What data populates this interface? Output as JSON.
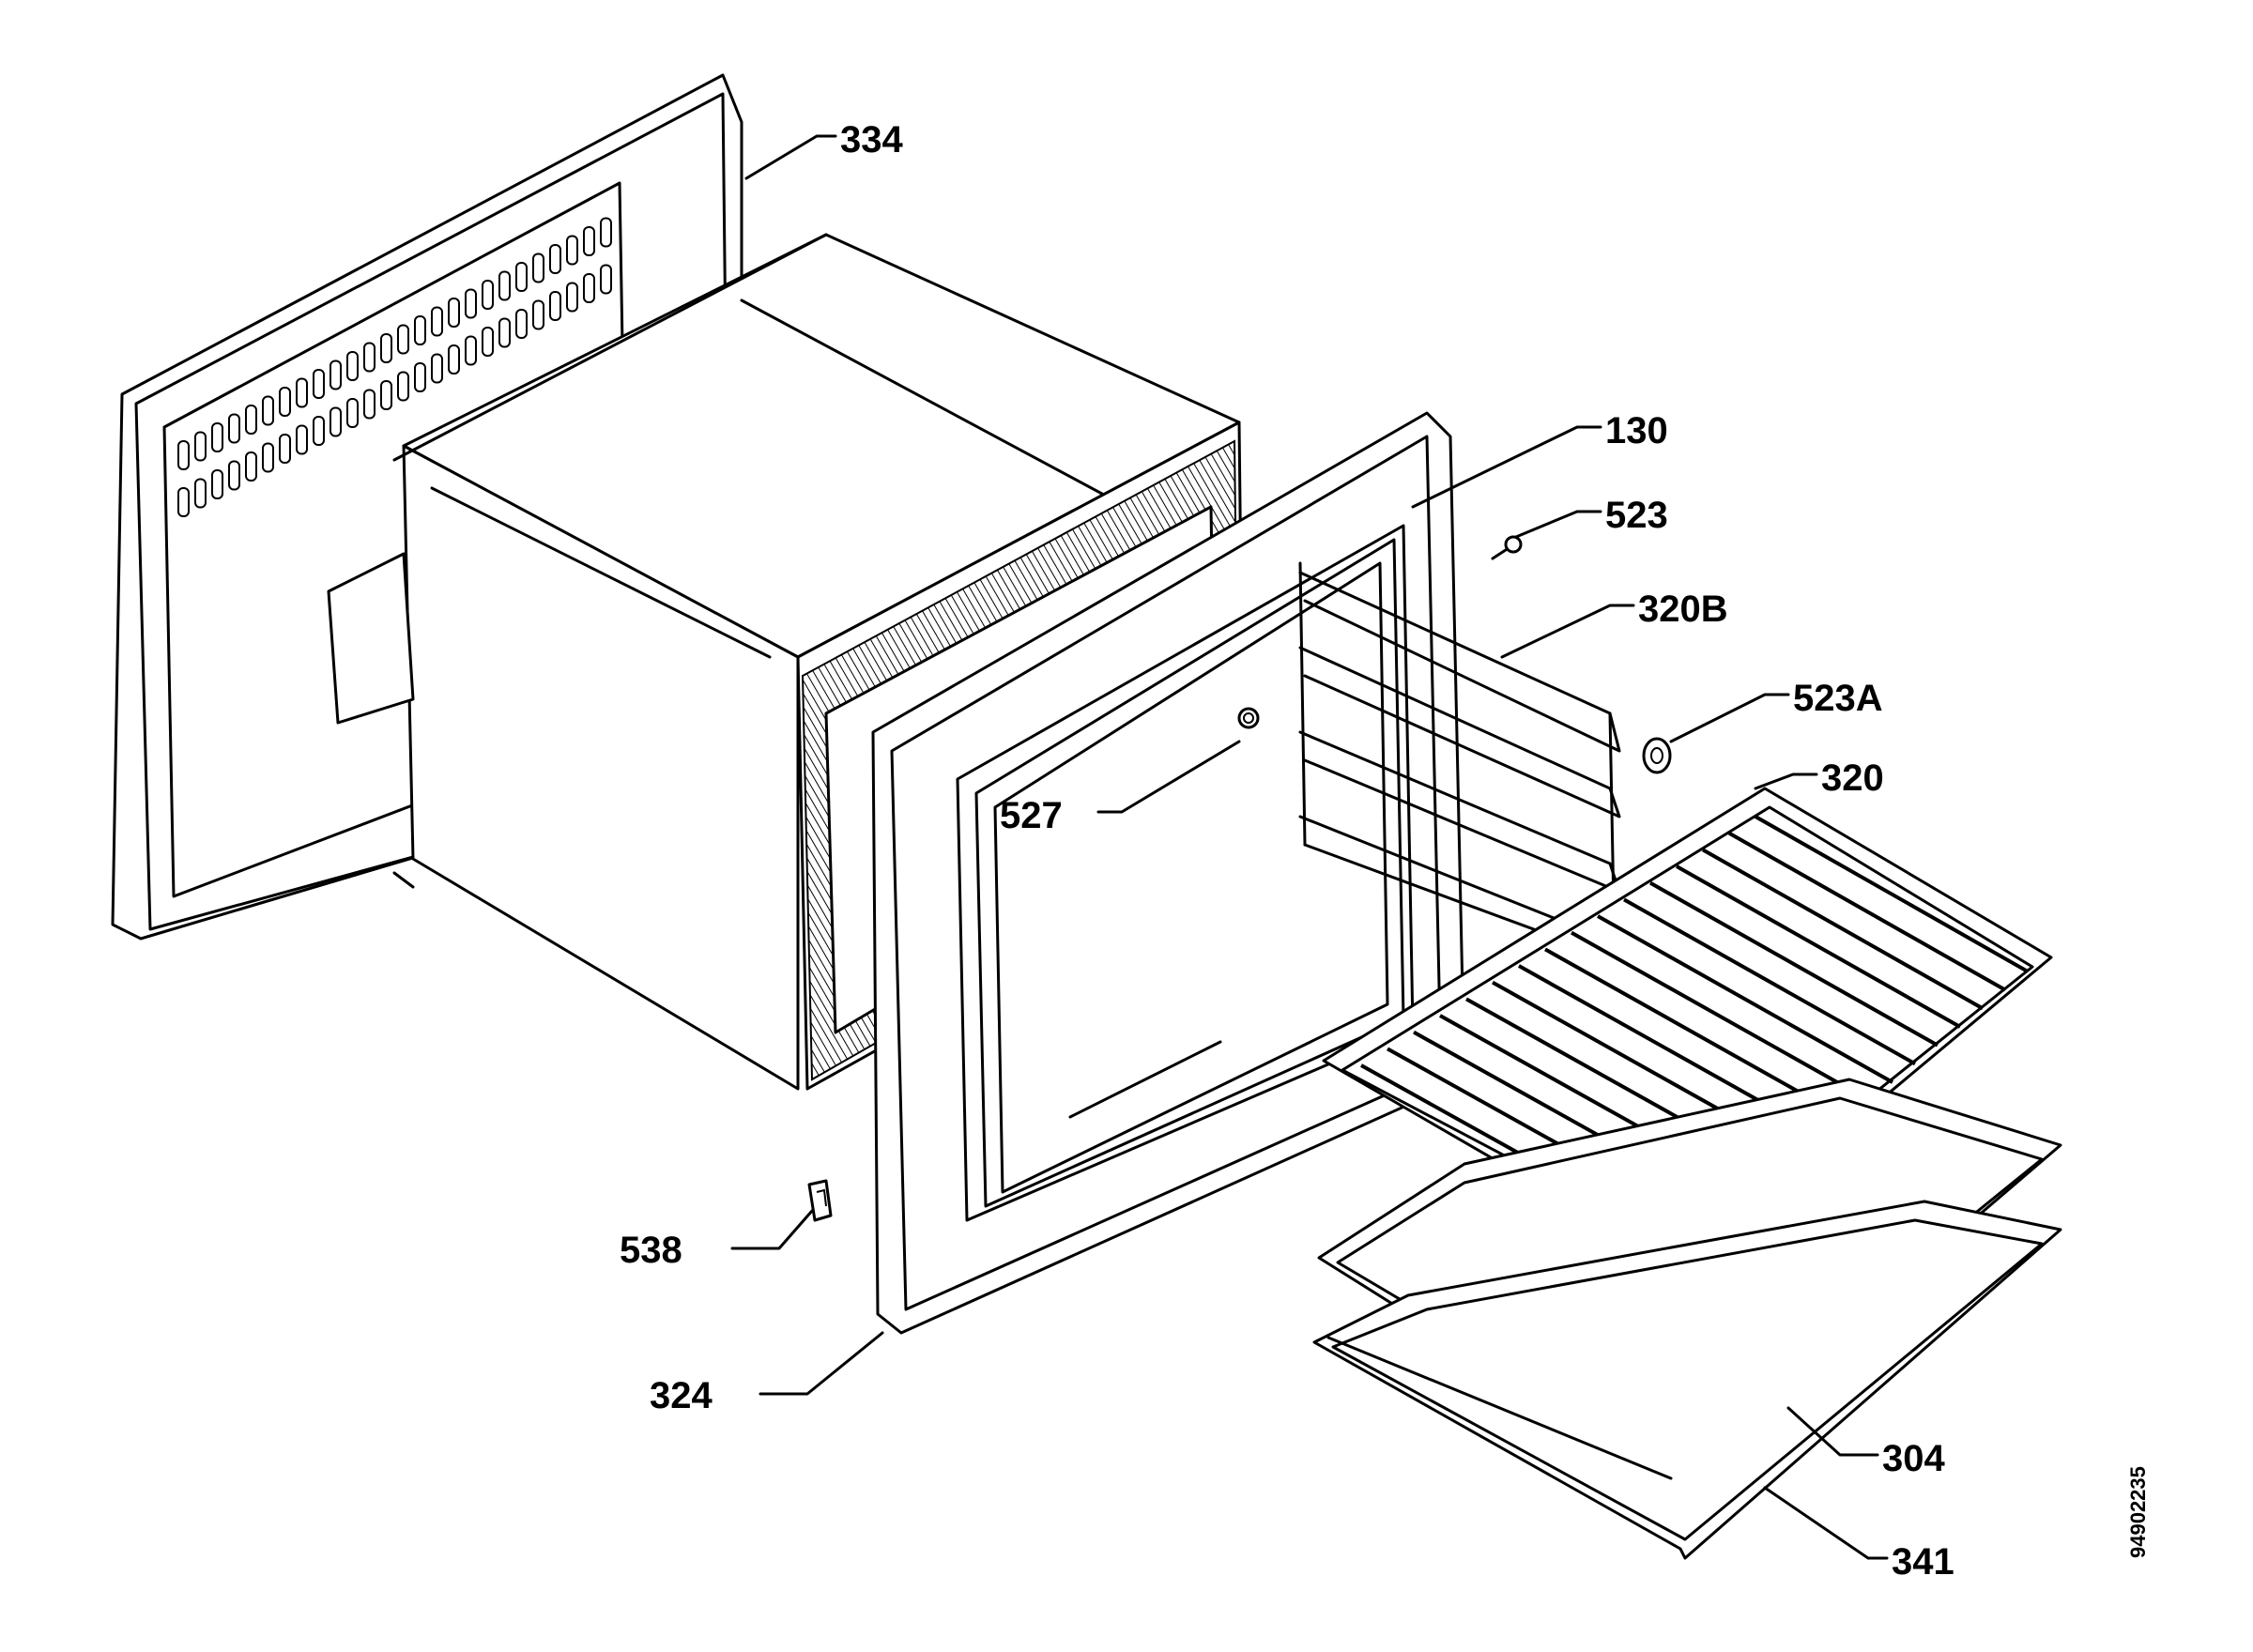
{
  "labels": {
    "p334": "334",
    "p130": "130",
    "p523": "523",
    "p320B": "320B",
    "p523A": "523A",
    "p320": "320",
    "p527": "527",
    "p538": "538",
    "p324": "324",
    "p304": "304",
    "p341": "341"
  },
  "doc_number": "94902235",
  "colors": {
    "line": "#000000",
    "background": "#ffffff"
  }
}
